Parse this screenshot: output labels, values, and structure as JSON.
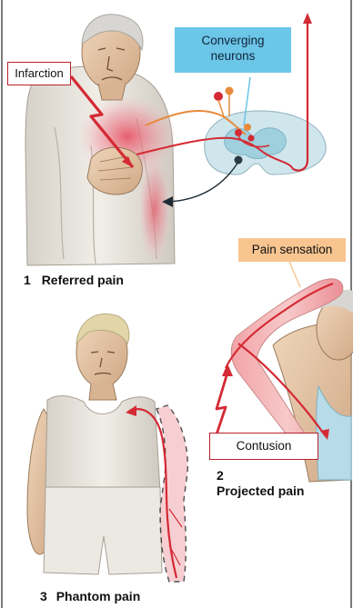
{
  "top_partial_label": "",
  "panel1": {
    "number": "1",
    "title": "Referred pain",
    "infarction_label": "Infarction",
    "neurons_label_line1": "Converging",
    "neurons_label_line2": "neurons"
  },
  "panel2": {
    "number": "2",
    "title": "Projected pain",
    "sensation_label": "Pain sensation",
    "contusion_label": "Contusion"
  },
  "panel3": {
    "number": "3",
    "title": "Phantom pain"
  },
  "colors": {
    "pain_red": "#d42a34",
    "neuron_blue": "#6cc6e8",
    "sensation_orange": "#f8c591",
    "spinal_cord": "#cfe6ec",
    "skin": "#e9c9a8",
    "cloth": "#e8e4dc"
  }
}
